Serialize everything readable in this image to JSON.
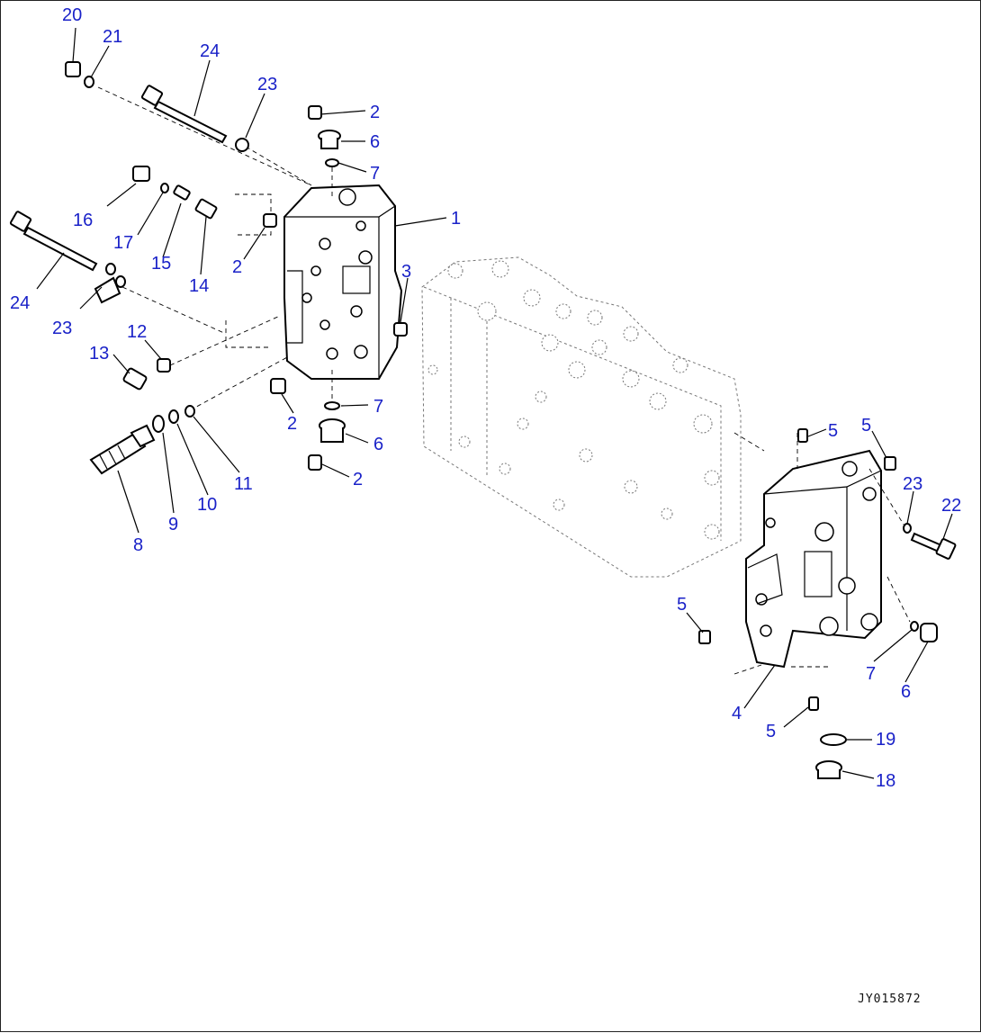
{
  "drawing": {
    "code": "JY015872",
    "callouts": [
      {
        "id": "c20a",
        "text": "20"
      },
      {
        "id": "c21a",
        "text": "21"
      },
      {
        "id": "c24a",
        "text": "24"
      },
      {
        "id": "c23a",
        "text": "23"
      },
      {
        "id": "c2a",
        "text": "2"
      },
      {
        "id": "c6a",
        "text": "6"
      },
      {
        "id": "c7a",
        "text": "7"
      },
      {
        "id": "c1",
        "text": "1"
      },
      {
        "id": "c16",
        "text": "16"
      },
      {
        "id": "c17",
        "text": "17"
      },
      {
        "id": "c15",
        "text": "15"
      },
      {
        "id": "c14",
        "text": "14"
      },
      {
        "id": "c2b",
        "text": "2"
      },
      {
        "id": "c3",
        "text": "3"
      },
      {
        "id": "c24b",
        "text": "24"
      },
      {
        "id": "c23b",
        "text": "23"
      },
      {
        "id": "c12",
        "text": "12"
      },
      {
        "id": "c13",
        "text": "13"
      },
      {
        "id": "c7b",
        "text": "7"
      },
      {
        "id": "c2c",
        "text": "2"
      },
      {
        "id": "c6b",
        "text": "6"
      },
      {
        "id": "c11",
        "text": "11"
      },
      {
        "id": "c2d",
        "text": "2"
      },
      {
        "id": "c10",
        "text": "10"
      },
      {
        "id": "c9",
        "text": "9"
      },
      {
        "id": "c8",
        "text": "8"
      },
      {
        "id": "c5a",
        "text": "5"
      },
      {
        "id": "c5b",
        "text": "5"
      },
      {
        "id": "c23c",
        "text": "23"
      },
      {
        "id": "c22",
        "text": "22"
      },
      {
        "id": "c5c",
        "text": "5"
      },
      {
        "id": "c7c",
        "text": "7"
      },
      {
        "id": "c6c",
        "text": "6"
      },
      {
        "id": "c4",
        "text": "4"
      },
      {
        "id": "c5d",
        "text": "5"
      },
      {
        "id": "c19",
        "text": "19"
      },
      {
        "id": "c18",
        "text": "18"
      }
    ]
  }
}
